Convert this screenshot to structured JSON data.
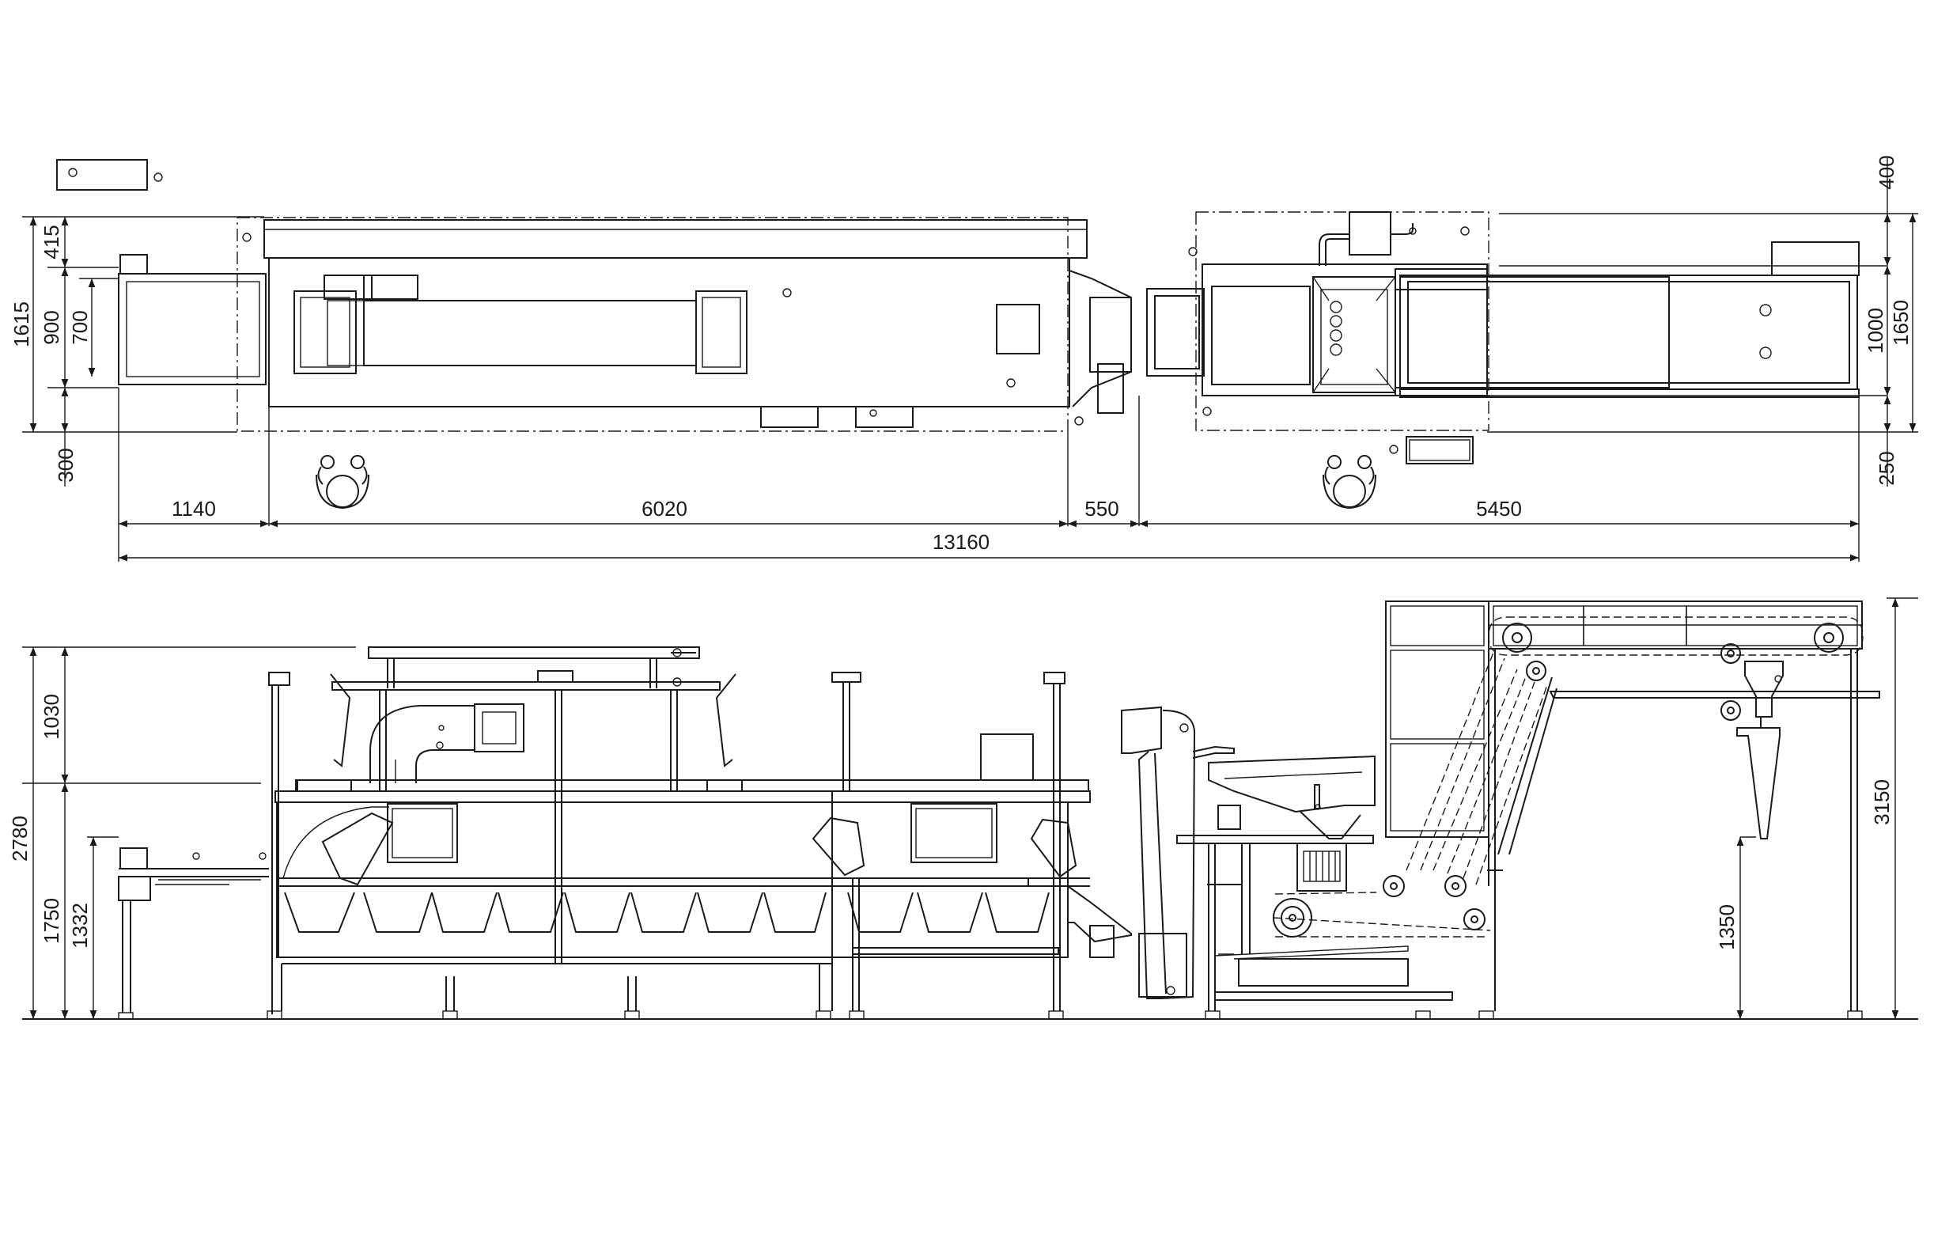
{
  "drawing": {
    "plan_dims": {
      "d_1140": "1140",
      "d_6020": "6020",
      "d_550": "550",
      "d_5450": "5450",
      "d_13160": "13160",
      "d_1615": "1615",
      "d_415": "415",
      "d_900": "900",
      "d_700": "700",
      "d_300": "300",
      "d_400": "400",
      "d_1000": "1000",
      "d_1650": "1650",
      "d_250": "250"
    },
    "side_dims": {
      "d_2780": "2780",
      "d_1030": "1030",
      "d_1750": "1750",
      "d_1332": "1332",
      "d_3150": "3150",
      "d_1350": "1350"
    }
  }
}
